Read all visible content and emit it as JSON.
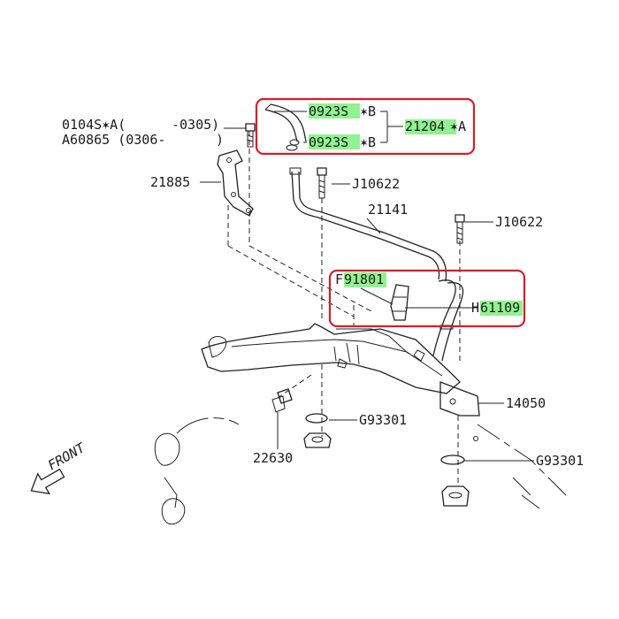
{
  "diagram": {
    "accent_color": "#d81d2a",
    "highlight_color": "#7ef07e",
    "front_marker": {
      "text": "FRONT",
      "icon": "front-arrow-icon"
    },
    "labels": {
      "bolt_0104S": "0104S✶A(",
      "bolt_0104S_range": "-0305)",
      "bolt_A60865": "A60865 (0306-",
      "bolt_A60865_range": ")",
      "bracket_21885": "21885",
      "bolt_J10622_upper": "J10622",
      "pipe_21141": "21141",
      "bolt_J10622_right": "J10622",
      "clip_top": "0923S",
      "clip_top_suffix": "✶B",
      "clip_bottom": "0923S",
      "clip_bottom_suffix": "✶B",
      "hose_21204": "21204",
      "hose_21204_suffix": "✶A",
      "fitting_F91801_prefix": "F",
      "fitting_F91801": "91801",
      "hose_H61109_prefix": "H",
      "hose_H61109": "61109",
      "pipe_14050": "14050",
      "oring_G93301_mid": "G93301",
      "oring_G93301_right": "G93301",
      "sensor_22630": "22630"
    }
  }
}
